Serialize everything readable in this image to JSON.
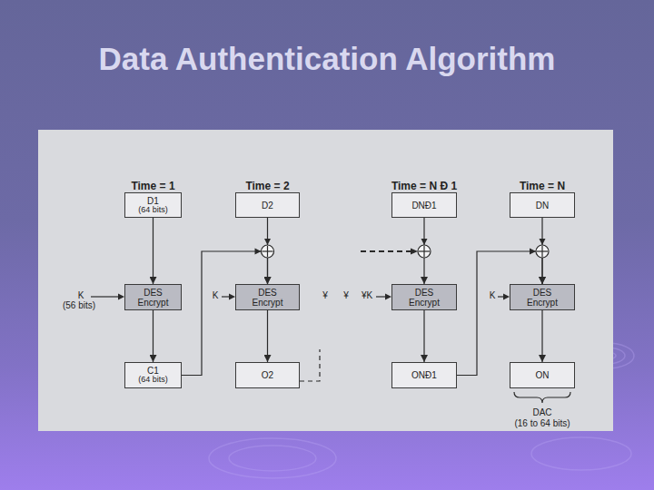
{
  "diagram": {
    "title": "Data Authentication Algorithm",
    "nodes": [
      {
        "text": [
          "Time = 1",
          "D1",
          "(64 bits)"
        ]
      },
      {
        "text": [
          "DES Encrypt"
        ]
      },
      {
        "text": [
          "C1",
          "(64 bits)"
        ]
      },
      {
        "text": [
          "Time = 2",
          "D2"
        ]
      },
      {
        "text": [
          "DES Encrypt"
        ]
      },
      {
        "text": [
          "O2"
        ]
      },
      {
        "text": [
          "Time = N Ð 1",
          "DNÐ1"
        ]
      },
      {
        "text": [
          "DES Encrypt"
        ]
      },
      {
        "text": [
          "ONÐ1"
        ]
      },
      {
        "text": [
          "Time = N",
          "DN"
        ]
      },
      {
        "text": [
          "DES Encrypt"
        ]
      },
      {
        "text": [
          "ON"
        ]
      }
    ],
    "edges": [
      {
        "from": 0,
        "to": 1,
        "arrow": "to"
      },
      {
        "from": 1,
        "to": 2,
        "arrow": "to"
      },
      {
        "from": 3,
        "to": 4,
        "arrow": "to"
      },
      {
        "from": 2,
        "to": 4,
        "arrow": "to"
      },
      {
        "from": 4,
        "to": 5,
        "arrow": "to"
      },
      {
        "from": 6,
        "to": 7,
        "arrow": "to"
      },
      {
        "from": 7,
        "to": 8,
        "arrow": "to"
      },
      {
        "from": 9,
        "to": 10,
        "arrow": "to"
      },
      {
        "from": 8,
        "to": 10,
        "arrow": "to"
      },
      {
        "from": 10,
        "to": 11,
        "arrow": "to"
      }
    ],
    "labels": [
      "K",
      "(56 bits)",
      "K",
      "¥",
      "¥",
      "¥K",
      "K",
      "DAC",
      "(16 to 64 bits)"
    ]
  }
}
